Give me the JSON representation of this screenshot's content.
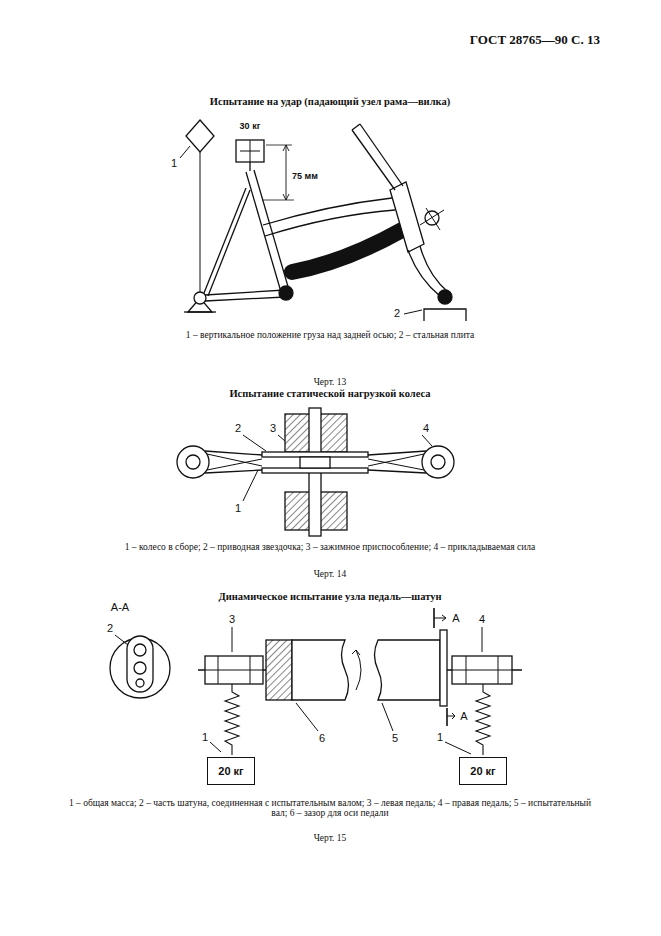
{
  "diagram": {
    "nodes": [
      {
        "text": [
          "20 кг"
        ]
      },
      {
        "text": [
          "20 кг"
        ]
      }
    ],
    "labels": [
      "ГОСТ 28765—90 С. 13",
      "Испытание на удар (падающий узел рама—вилка)",
      "30 кг",
      "75 мм",
      "1",
      "2",
      "1 – вертикальное положение груза над задней осью; 2 – стальная плита",
      "Черт. 13",
      "Испытание статической нагрузкой колеса",
      "2",
      "3",
      "4",
      "1",
      "1 – колесо в сборе; 2 – приводная звездочка; 3 – зажимное приспособление; 4 – прикладываемая сила",
      "Черт. 14",
      "Динамическое испытание узла педаль—шатун",
      "А-А",
      "2",
      "3",
      "А",
      "4",
      "А",
      "6",
      "5",
      "1",
      "1",
      "1 – общая масса; 2 – часть шатуна, соединенная с испытательным валом; 3 – левая педаль; 4 – правая педаль; 5 – испытательный вал; 6 – зазор для оси педали",
      "Черт. 15"
    ]
  }
}
